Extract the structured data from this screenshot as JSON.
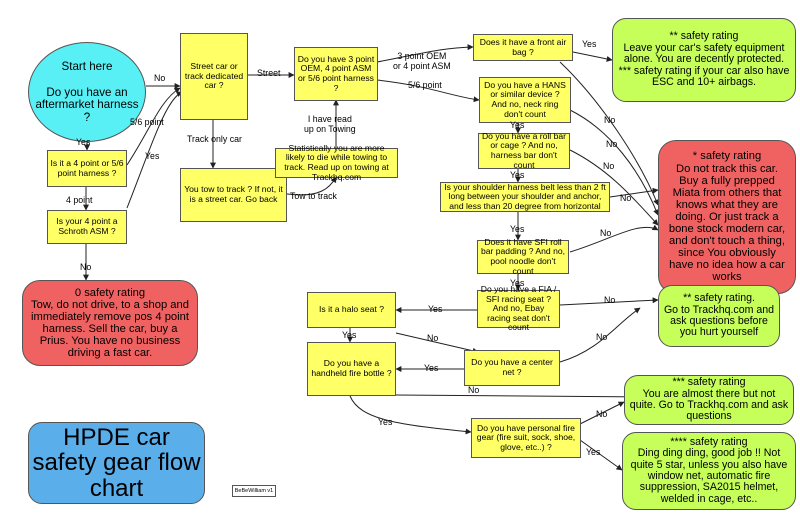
{
  "title": "HPDE car safety gear flow chart",
  "author_tag": "BeBeWilliam  v1",
  "colors": {
    "start": "#58f0f5",
    "question": "#ffff66",
    "bad": "#f06262",
    "good": "#c6ff5a",
    "title": "#5aaeea"
  },
  "nodes": {
    "start": "Start here\n\nDo you have an aftermarket harness ?",
    "street_or_track": "Street car or track dedicated car ?",
    "harness_type": "Do you have 3 point OEM, 4 point ASM or 5/6 point harness ?",
    "front_air_bag": "Does it have a front air bag ?",
    "hans": "Do you have a HANS or similar device ? And no, neck ring don't count",
    "roll_bar": "Do you have a roll bar or cage ? And no, harness bar don't count",
    "shoulder_belt": "Is your shoulder harness belt less than 2 ft long between your shoulder and anchor, and less than 20 degree from horizontal",
    "sfi_padding": "Does it have SFI roll bar padding ? And no, pool noodle don't count",
    "fia_seat": "Do you have a FIA / SFI racing seat ? And no, Ebay racing seat don't count",
    "halo_seat": "Is it a halo seat ?",
    "center_net": "Do you have a center net ?",
    "fire_bottle": "Do you have a handheld fire bottle ?",
    "fire_gear": "Do you have personal fire gear (fire suit, sock, shoe, glove, etc..) ?",
    "four_or_56": "Is it a 4 point or 5/6 point harness ?",
    "schroth": "Is your 4 point a Schroth ASM ?",
    "tow_to_track": "You tow to track ? If not, it is a street car. Go back",
    "towing_stats": "Statistically you are more likely to die while towing to track. Read up on towing at Trackhq.com",
    "rating_0": "0 safety rating\nTow, do not drive, to a shop and immediately remove pos 4 point harness.  Sell the car, buy a Prius.  You have no business driving a fast car.",
    "rating_1": "* safety rating\nDo not track this car. Buy a fully prepped Miata from others that knows what they are doing.  Or just track a bone stock modern car, and don't touch a thing, since You obviously have no idea how a car works",
    "rating_2_top": "** safety rating\nLeave your car's safety equipment alone. You are decently protected. *** safety rating if your car also have ESC and 10+ airbags.",
    "rating_2_mid": "** safety rating.\nGo to Trackhq.com and ask questions before you hurt yourself",
    "rating_3": "*** safety rating\nYou are almost there but not quite. Go to Trackhq.com and ask questions",
    "rating_4": "**** safety rating\nDing ding ding, good job !! Not quite 5 star, unless you also have window net, automatic fire suppression, SA2015 helmet, welded in cage, etc.."
  },
  "edge_labels": {
    "start_no": "No",
    "start_yes": "Yes",
    "street": "Street",
    "three_point": "3 point OEM\nor 4 point ASM",
    "five_six_point": "5/6 point",
    "airbag_yes": "Yes",
    "airbag_no": "No",
    "read_towing": "I have read\nup on Towing",
    "track_only": "Track only car",
    "tow_to_track": "Tow to track",
    "four_point": "4 point",
    "harness_56": "5/6 point",
    "harness_yes": "Yes",
    "schroth_no": "No",
    "hans_yes": "Yes",
    "hans_no": "No",
    "roll_yes": "Yes",
    "roll_no": "No",
    "shoulder_yes": "Yes",
    "shoulder_no": "No",
    "sfi_yes": "Yes",
    "sfi_no": "No",
    "fia_yes": "Yes",
    "fia_no": "No",
    "halo_yes": "Yes",
    "halo_no": "No",
    "net_yes": "Yes",
    "net_no": "No",
    "bottle_yes": "Yes",
    "bottle_no": "No",
    "gear_no": "No",
    "gear_yes": "Yes"
  }
}
